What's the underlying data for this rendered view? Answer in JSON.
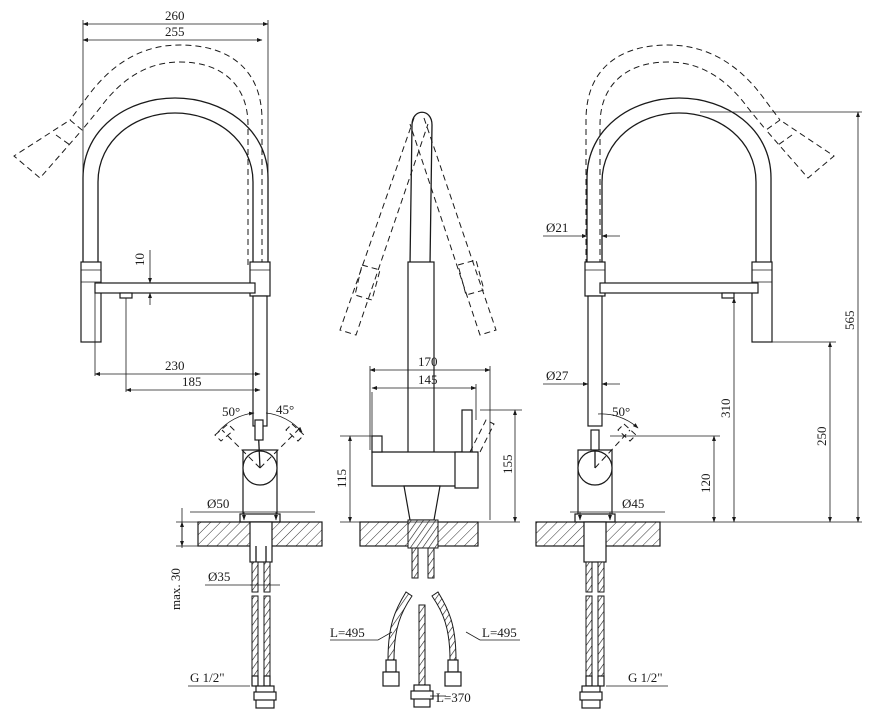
{
  "dimensions": {
    "total_reach": "260",
    "spout_reach": "255",
    "holder_thickness": "10",
    "holder_reach": "230",
    "holder_inner": "185",
    "lever_angle_left": "50°",
    "swivel_angle": "45°",
    "base_diameter": "Ø50",
    "max_counter": "max. 30",
    "shank_diameter": "Ø35",
    "thread_left": "G 1/2\"",
    "body_width": "170",
    "body_inner": "145",
    "body_height_left": "115",
    "body_height_right": "155",
    "hose_left_len": "L=495",
    "hose_right_len": "L=495",
    "hose_center_len": "L=370",
    "spout_diameter": "Ø21",
    "column_diameter": "Ø27",
    "lever_angle_right": "50°",
    "lever_height": "120",
    "column_height": "310",
    "outlet_height": "250",
    "total_height": "565",
    "base_diameter_right": "Ø45",
    "thread_right": "G 1/2\""
  }
}
